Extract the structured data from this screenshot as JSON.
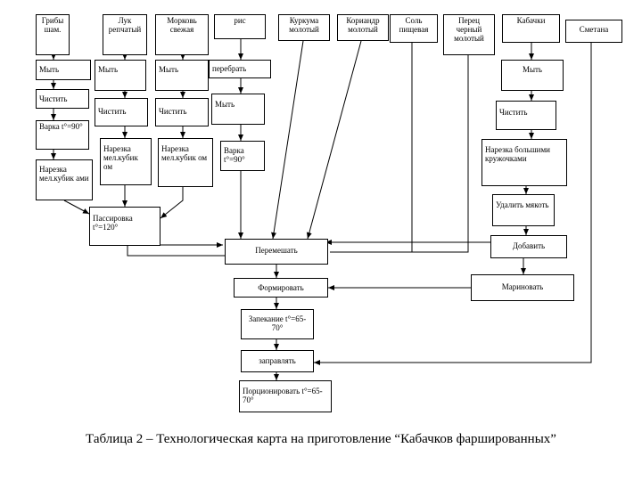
{
  "boxes": {
    "b_griby": "Грибы шам.",
    "b_luk": "Лук репчатый",
    "b_morkov": "Морковь свежая",
    "b_ris": "рис",
    "b_kurkuma": "Куркума молотый",
    "b_koriandr": "Кориандр молотый",
    "b_sol": "Соль пищевая",
    "b_perets": "Перец черный молотый",
    "b_kabachki": "Кабачки",
    "b_smetana": "Сметана",
    "b_myt1": "Мыть",
    "b_myt2": "Мыть",
    "b_myt3": "Мыть",
    "b_perebrat": "перебрать",
    "b_myt_ris": "Мыть",
    "b_myt_kab": "Мыть",
    "b_chistit1": "Чистить",
    "b_chistit2": "Чистить",
    "b_chistit3": "Чистить",
    "b_chistit_kab": "Чистить",
    "b_varka1": "Варка t°=90°",
    "b_narezka1": "Нарезка мел.кубик ами",
    "b_narezka2": "Нарезка мел.кубик ом",
    "b_narezka3": "Нарезка мел.кубик ом",
    "b_varka_ris": "Варка t°=90°",
    "b_narezka_kab": "Нарезка большими кружочками",
    "b_passer": "Пассировка t°=120°",
    "b_udalit": "Удалить мякоть",
    "b_peremeshat": "Перемешать",
    "b_dobavit": "Добавить",
    "b_formirovat": "Формировать",
    "b_marinovat": "Мариновать",
    "b_zapekanie": "Запекание t°=65-70°",
    "b_zapravlyat": "заправлять",
    "b_porcion": "Порционировать t°=65-70°"
  },
  "caption": "Таблица 2 – Технологическая карта на приготовление “Кабачков фаршированных”"
}
